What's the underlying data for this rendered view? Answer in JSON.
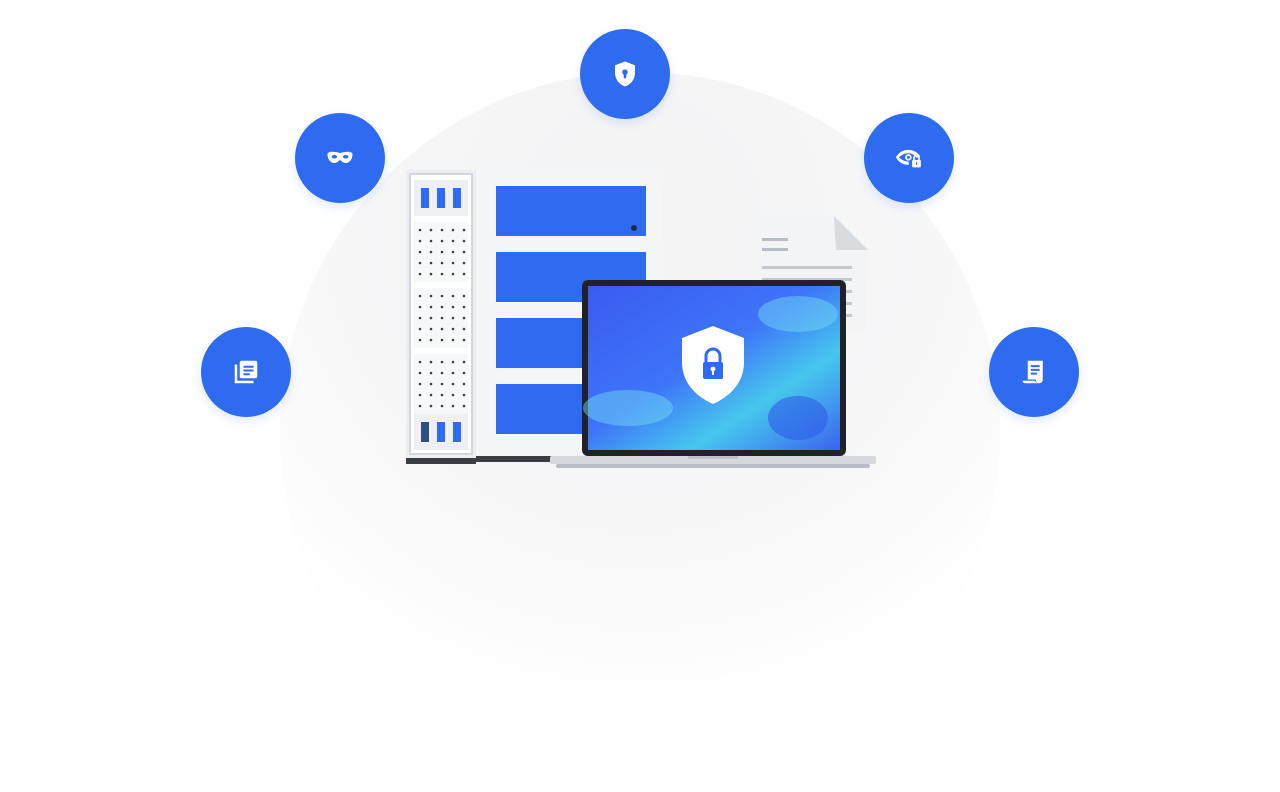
{
  "illustration": {
    "accent_color": "#2f6bf0",
    "badges": [
      {
        "id": "mask",
        "icon": "mask-icon"
      },
      {
        "id": "shield",
        "icon": "shield-lock-icon"
      },
      {
        "id": "eye",
        "icon": "eye-lock-icon"
      },
      {
        "id": "copy",
        "icon": "copy-document-icon"
      },
      {
        "id": "receipt",
        "icon": "receipt-icon"
      }
    ],
    "center": {
      "server": "server-cabinet-icon",
      "document": "document-icon",
      "laptop": "laptop-icon",
      "screen_symbol": "shield-lock-icon"
    }
  }
}
